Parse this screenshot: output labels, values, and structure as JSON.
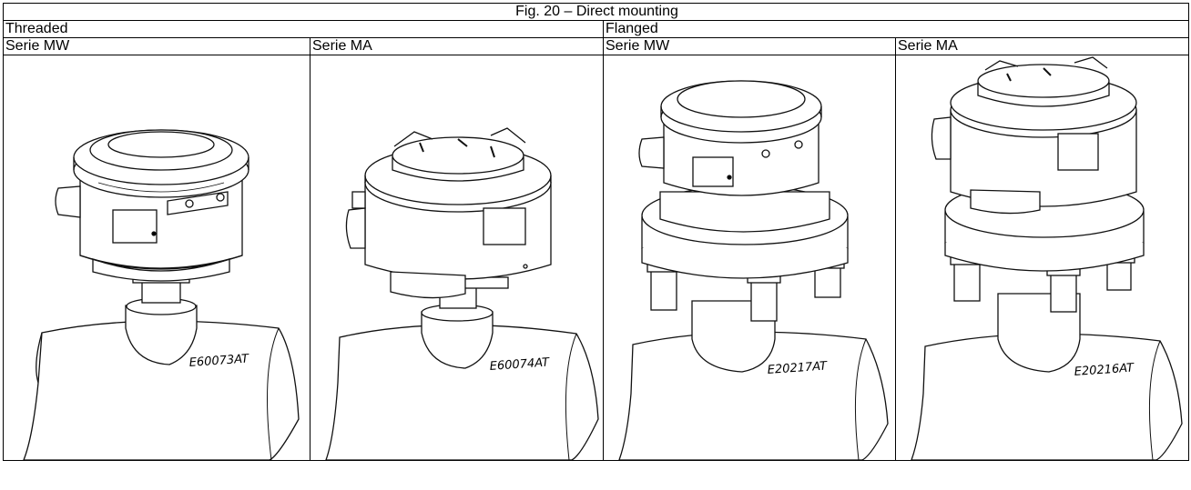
{
  "figure": {
    "title": "Fig. 20 – Direct mounting",
    "groups": [
      "Threaded",
      "Flanged"
    ],
    "columns": [
      {
        "series": "Serie MW",
        "code": "E60073AT"
      },
      {
        "series": "Serie MA",
        "code": "E60074AT"
      },
      {
        "series": "Serie MW",
        "code": "E20217AT"
      },
      {
        "series": "Serie MA",
        "code": "E20216AT"
      }
    ]
  }
}
